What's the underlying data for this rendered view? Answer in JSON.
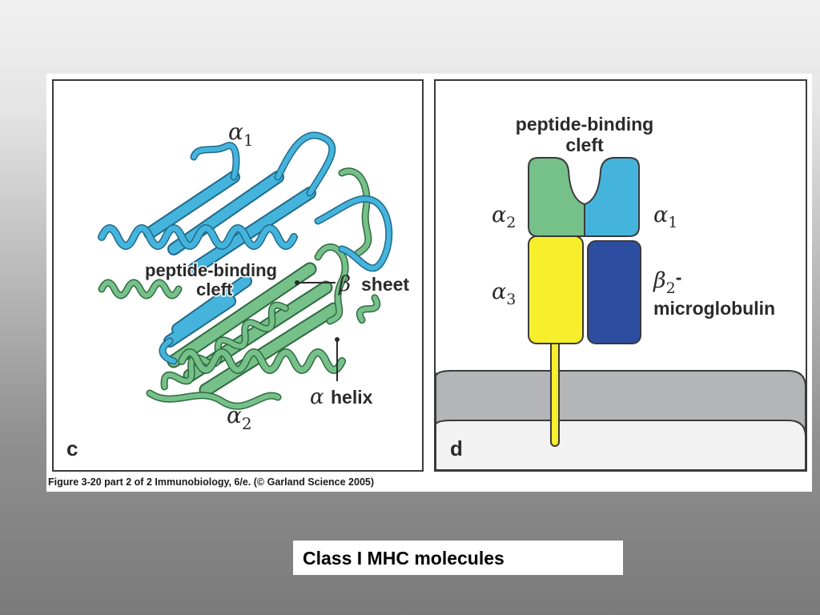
{
  "panel_c": {
    "letter": "c",
    "alpha1_label": "α",
    "alpha1_sub": "1",
    "alpha2_label": "α",
    "alpha2_sub": "2",
    "cleft_line1": "peptide-binding",
    "cleft_line2": "cleft",
    "beta_symbol": "β",
    "beta_text": "sheet",
    "helix_symbol": "α",
    "helix_text": "helix"
  },
  "panel_d": {
    "letter": "d",
    "cleft_line1": "peptide-binding",
    "cleft_line2": "cleft",
    "alpha1_label": "α",
    "alpha1_sub": "1",
    "alpha2_label": "α",
    "alpha2_sub": "2",
    "alpha3_label": "α",
    "alpha3_sub": "3",
    "beta2_symbol": "β",
    "beta2_sub": "2",
    "beta2_dash": "-",
    "beta2_text": "microglobulin"
  },
  "caption": "Figure 3-20 part 2 of 2  Immunobiology, 6/e. (© Garland Science 2005)",
  "title": "Class I MHC molecules",
  "colors": {
    "alpha1_blue": "#45b4dc",
    "alpha2_green": "#76c08a",
    "alpha3_yellow": "#f7ee2c",
    "beta2m_navy": "#2d4ea0",
    "membrane_gray": "#b4b5b6"
  }
}
